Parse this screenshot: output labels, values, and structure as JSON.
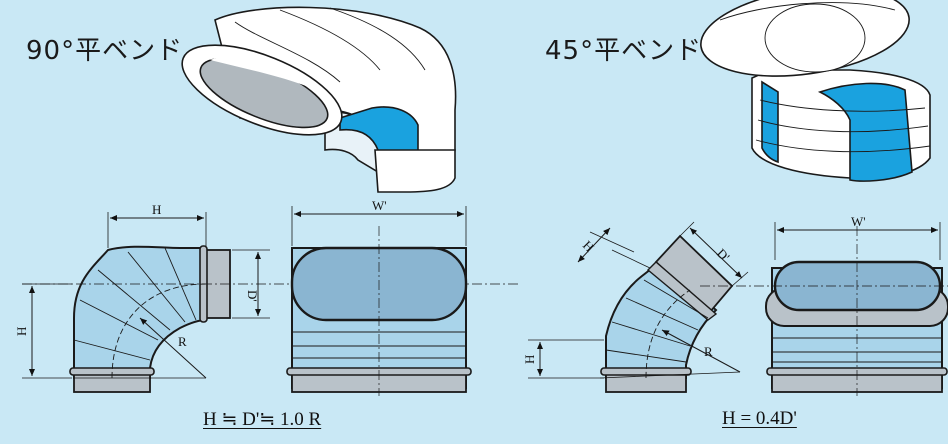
{
  "colors": {
    "background": "#c9e8f5",
    "duct_fill": "#a9d4ea",
    "accent_band": "#1aa2df",
    "collar_fill": "#b9c2c9",
    "face_fill": "#8ab5d1"
  },
  "bend90": {
    "title": "90°平ベンド",
    "formula": "H ≒ D'≒ 1.0 R",
    "labels": {
      "h_top": "H",
      "h_side": "H",
      "d_prime": "D'",
      "w_prime": "W'",
      "r": "R"
    }
  },
  "bend45": {
    "title": "45°平ベンド",
    "formula": "H = 0.4D'",
    "labels": {
      "h_diag": "H",
      "h_side": "H",
      "d_prime": "D'",
      "w_prime": "W'",
      "r": "R"
    }
  }
}
